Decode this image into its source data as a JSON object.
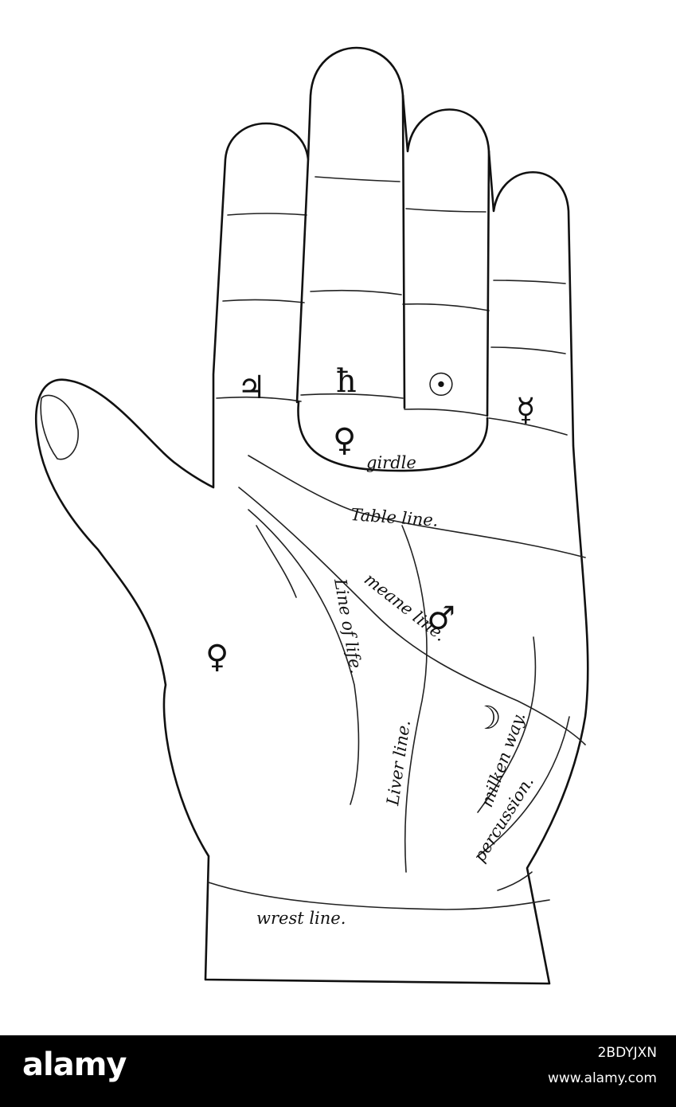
{
  "diagram": {
    "planet_symbols": {
      "jupiter": "♃",
      "saturn": "ħ",
      "sun": "☉",
      "mercury": "☿",
      "venus_girdle": "♀",
      "mars": "♂",
      "venus_thumb": "♀",
      "moon": "☽"
    },
    "labels": {
      "girdle": "girdle",
      "table_line": "Table line.",
      "meane_line": "meane line.",
      "line_of_life": "Line of life.",
      "liver_line": "Liver line.",
      "milken_way": "milken way.",
      "percussion": "percussion.",
      "wrest_line": "wrest line."
    }
  },
  "footer": {
    "logo": "alamy",
    "image_id": "2BDYJXN",
    "site": "www.alamy.com"
  }
}
